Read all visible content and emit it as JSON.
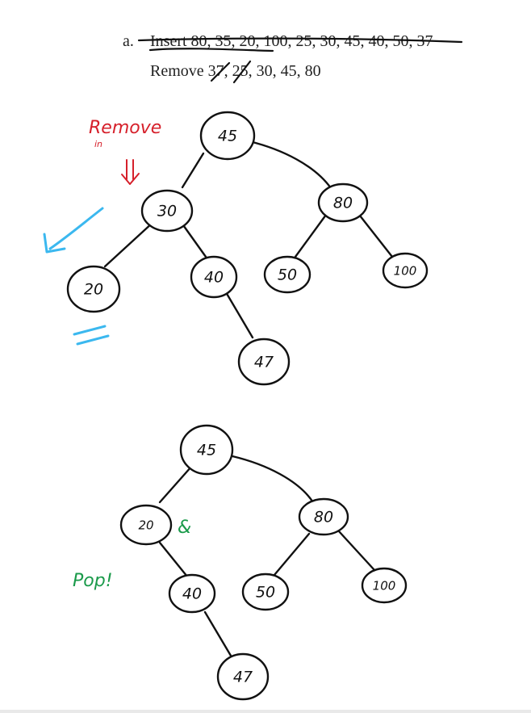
{
  "header": {
    "item_marker": "a.",
    "insert_line": "Insert 80, 35, 20, 100, 25, 30, 45, 40, 50, 37",
    "remove_line": "Remove 37, 25, 30, 45, 80"
  },
  "annotations": {
    "remove_note": "Remove",
    "remove_subnote": "in",
    "pop_note": "Pop!",
    "ampersand": "&"
  },
  "tree_top": {
    "nodes": {
      "root": "45",
      "left": "30",
      "right": "80",
      "left_left": "20",
      "left_right": "40",
      "right_left": "50",
      "right_right": "100",
      "left_right_right": "47"
    }
  },
  "tree_bottom": {
    "nodes": {
      "root": "45",
      "left": "20",
      "right": "80",
      "left_right": "40",
      "right_left": "50",
      "right_right": "100",
      "left_right_right": "47"
    }
  },
  "colors": {
    "ink": "#111111",
    "red_note": "#d6202b",
    "blue_note": "#3bb8ef",
    "green_note": "#1a9a4a"
  }
}
